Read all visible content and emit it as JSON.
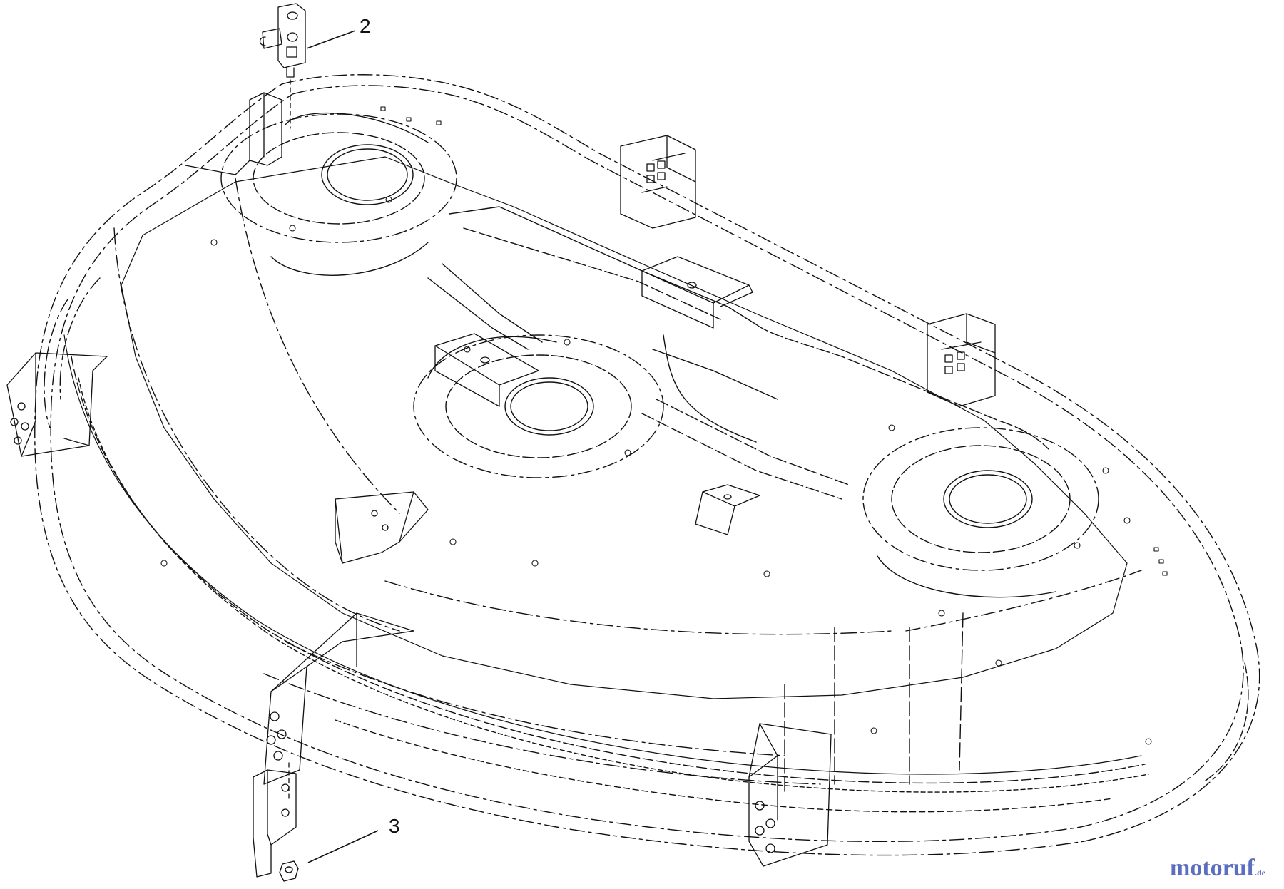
{
  "callouts": [
    {
      "label": "2"
    },
    {
      "label": "3"
    }
  ],
  "watermark": {
    "part1": "moto",
    "part2": "ruf",
    "part3": ".de",
    "color_primary": "#5b6ec0",
    "color_accent": "#c8842a"
  },
  "colors": {
    "line": "#111111",
    "background": "#ffffff"
  }
}
